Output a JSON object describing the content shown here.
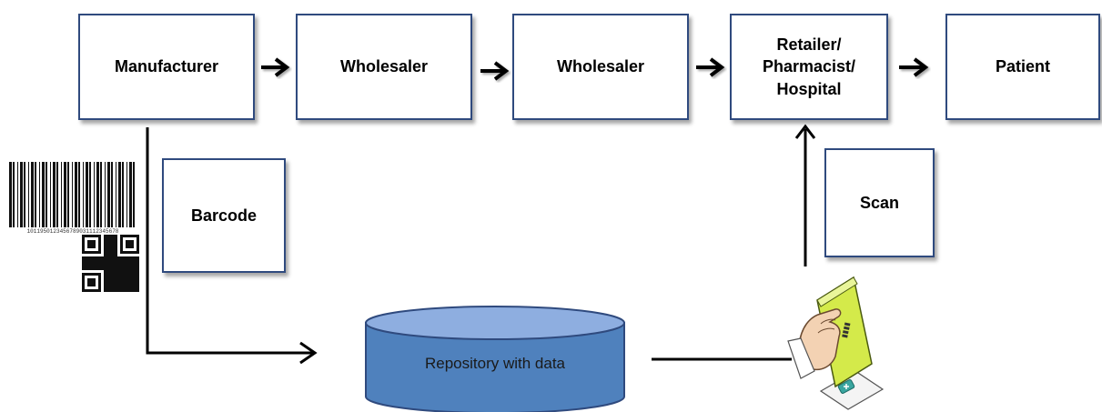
{
  "nodes": {
    "manufacturer": "Manufacturer",
    "wholesaler_1": "Wholesaler",
    "wholesaler_2": "Wholesaler",
    "retailer": "Retailer/\nPharmacist/\nHospital",
    "patient": "Patient",
    "barcode": "Barcode",
    "scan": "Scan"
  },
  "repository": {
    "label": "Repository with data",
    "fill_color": "#4f81bd",
    "top_color": "#8eaee0"
  },
  "colors": {
    "box_border": "#2f4a7e",
    "connector": "#000000"
  },
  "barcode_digits": "1011950123456789031112345678"
}
